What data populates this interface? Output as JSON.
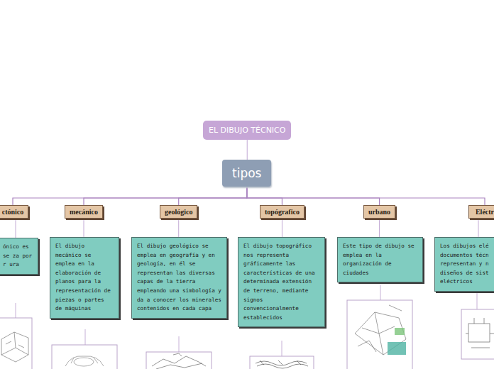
{
  "diagram": {
    "nodes": [
      {
        "text": [
          "EL DIBUJO TÉCNICO"
        ]
      },
      {
        "text": [
          "tipos"
        ]
      },
      {
        "text": [
          "ctónico"
        ]
      },
      {
        "text": [
          "mecánico"
        ]
      },
      {
        "text": [
          "geológico"
        ]
      },
      {
        "text": [
          "topógrafico"
        ]
      },
      {
        "text": [
          "urbano"
        ]
      },
      {
        "text": [
          "Eléctr"
        ]
      },
      {
        "text": [
          "ónico es se za por r ura"
        ]
      },
      {
        "text": [
          "El dibujo mecánico se emplea en la elaboración de planos para la representación de piezas o partes de máquinas"
        ]
      },
      {
        "text": [
          "El dibujo geológico se emplea en geografía y en geología, en él se representan las diversas capas de la tierra empleando una simbología y da a conocer los minerales contenidos en cada capa"
        ]
      },
      {
        "text": [
          "El dibujo topográfico nos representa gráficamente las características de una determinada extensión de terreno, mediante signos convencionalmente establecidos"
        ]
      },
      {
        "text": [
          "Este tipo de dibujo se emplea en la organización de ciudades"
        ]
      },
      {
        "text": [
          "Los dibujos elé documentos técn representan y n diseños de sist eléctricos"
        ]
      }
    ],
    "edges": [
      {
        "from": 0,
        "to": 1,
        "arrow": "none"
      },
      {
        "from": 1,
        "to": 2,
        "arrow": "none"
      },
      {
        "from": 1,
        "to": 3,
        "arrow": "none"
      },
      {
        "from": 1,
        "to": 4,
        "arrow": "none"
      },
      {
        "from": 1,
        "to": 5,
        "arrow": "none"
      },
      {
        "from": 1,
        "to": 6,
        "arrow": "none"
      },
      {
        "from": 1,
        "to": 7,
        "arrow": "none"
      },
      {
        "from": 2,
        "to": 8,
        "arrow": "none"
      },
      {
        "from": 3,
        "to": 9,
        "arrow": "none"
      },
      {
        "from": 4,
        "to": 10,
        "arrow": "none"
      },
      {
        "from": 5,
        "to": 11,
        "arrow": "none"
      },
      {
        "from": 6,
        "to": 12,
        "arrow": "none"
      },
      {
        "from": 7,
        "to": 13,
        "arrow": "none"
      }
    ]
  }
}
